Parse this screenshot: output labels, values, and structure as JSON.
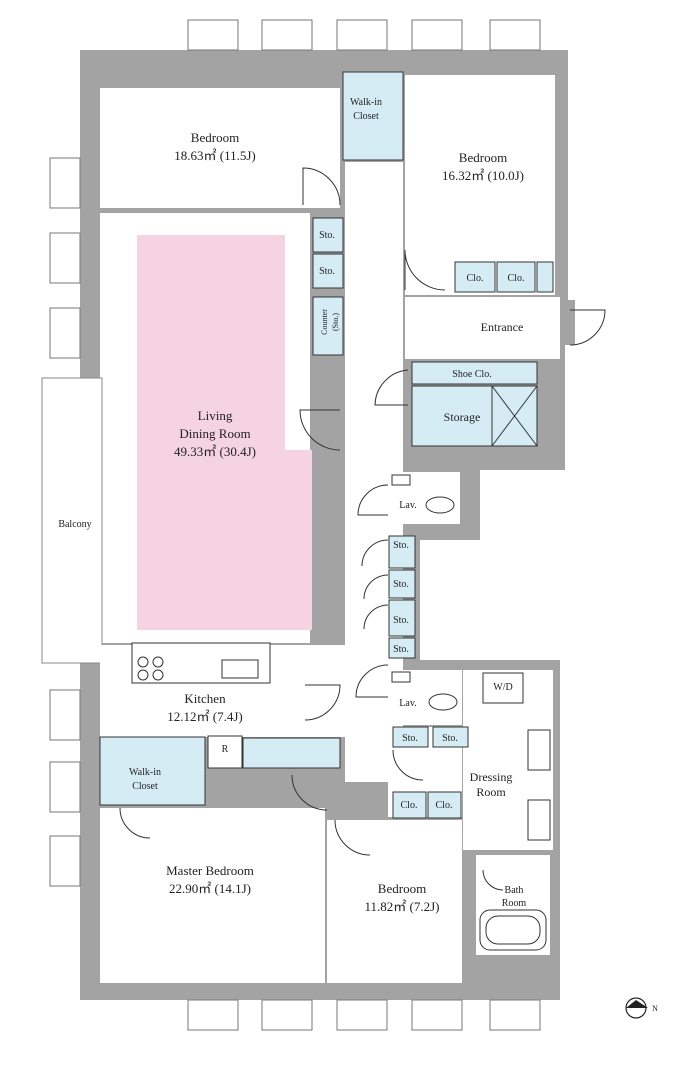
{
  "rooms": {
    "bedroom_nw": {
      "name": "Bedroom",
      "area": "18.63㎡ (11.5J)"
    },
    "bedroom_ne": {
      "name": "Bedroom",
      "area": "16.32㎡ (10.0J)"
    },
    "walkin_top": {
      "line1": "Walk-in",
      "line2": "Closet"
    },
    "living": {
      "line1": "Living",
      "line2": "Dining Room",
      "area": "49.33㎡ (30.4J)"
    },
    "balcony": {
      "name": "Balcony"
    },
    "kitchen": {
      "name": "Kitchen",
      "area": "12.12㎡ (7.4J)"
    },
    "walkin_bottom": {
      "line1": "Walk-in",
      "line2": "Closet"
    },
    "master": {
      "name": "Master Bedroom",
      "area": "22.90㎡ (14.1J)"
    },
    "bedroom_s": {
      "name": "Bedroom",
      "area": "11.82㎡ (7.2J)"
    },
    "entrance": {
      "name": "Entrance"
    },
    "storage": {
      "name": "Storage"
    },
    "shoe_clo": {
      "name": "Shoe Clo."
    },
    "lav_top": {
      "name": "Lav."
    },
    "lav_bottom": {
      "name": "Lav."
    },
    "dressing": {
      "line1": "Dressing",
      "line2": "Room"
    },
    "bath": {
      "line1": "Bath",
      "line2": "Room"
    },
    "wd": {
      "name": "W/D"
    },
    "fridge": {
      "name": "R"
    },
    "counter": {
      "line1": "Counter",
      "line2": "(Sto.)"
    }
  },
  "closet_labels": {
    "clo": "Clo.",
    "sto": "Sto."
  },
  "compass": {
    "label": "N"
  },
  "colors": {
    "wall": "#a3a3a3",
    "closet": "#d6ecf5",
    "living_highlight": "#f5d3e0"
  }
}
